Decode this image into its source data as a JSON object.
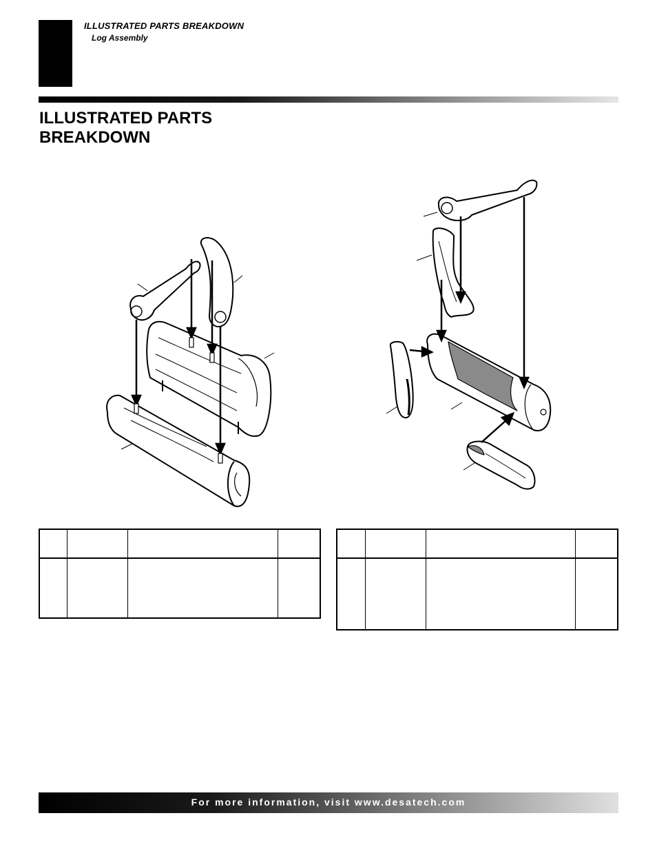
{
  "header": {
    "section_title": "ILLUSTRATED PARTS BREAKDOWN",
    "section_subtitle": "Log Assembly"
  },
  "page": {
    "title_line1": "ILLUSTRATED PARTS",
    "title_line2": "BREAKDOWN"
  },
  "footer": {
    "text": "For more information, visit www.desatech.com"
  },
  "colors": {
    "ink": "#000000",
    "paper": "#ffffff",
    "shade": "#8a8a8a"
  }
}
